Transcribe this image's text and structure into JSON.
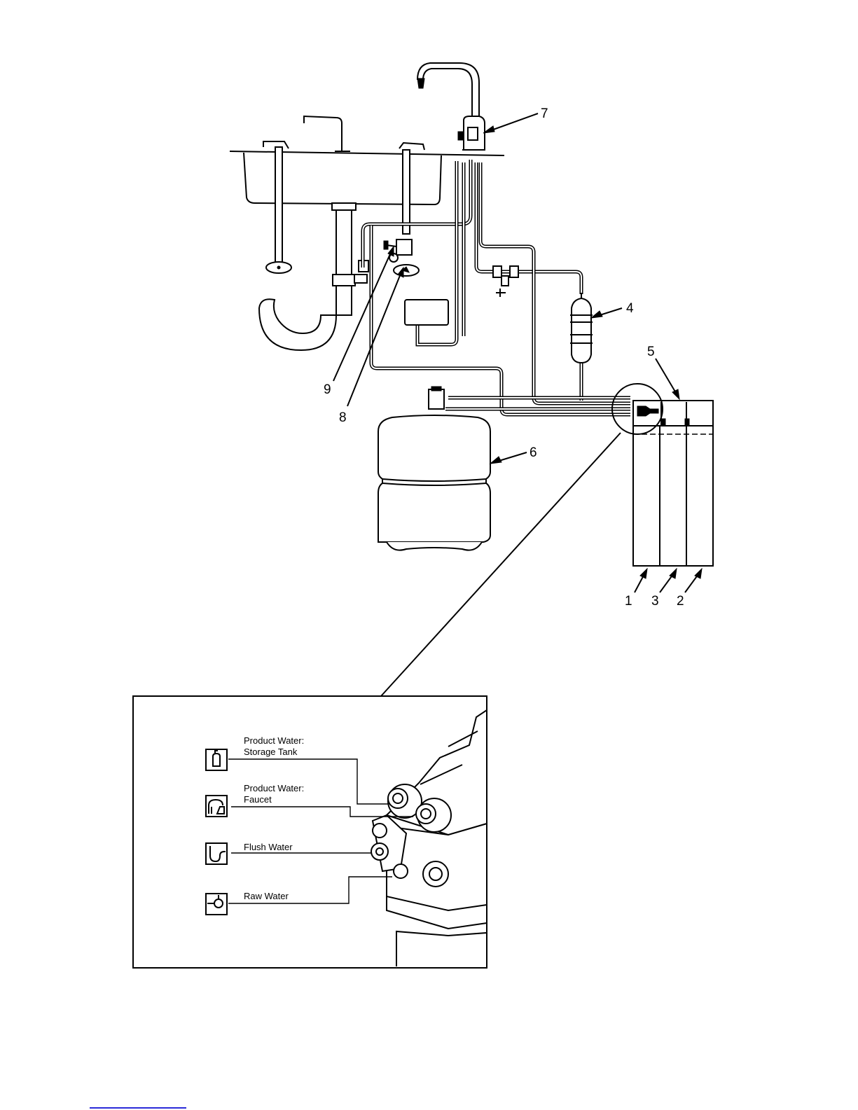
{
  "callouts": {
    "c1": "1",
    "c2": "2",
    "c3": "3",
    "c4": "4",
    "c5": "5",
    "c6": "6",
    "c7": "7",
    "c8": "8",
    "c9": "9"
  },
  "detail": {
    "ports": [
      {
        "line1": "Product Water:",
        "line2": "Storage Tank",
        "icon": "storage-tank-icon"
      },
      {
        "line1": "Product Water:",
        "line2": "Faucet",
        "icon": "faucet-icon"
      },
      {
        "line1": "Flush Water",
        "line2": "",
        "icon": "drain-trap-icon"
      },
      {
        "line1": "Raw Water",
        "line2": "",
        "icon": "supply-valve-icon"
      }
    ]
  },
  "colors": {
    "ink": "#000000",
    "paper": "#ffffff",
    "footer_rule": "#2a2ad8"
  }
}
